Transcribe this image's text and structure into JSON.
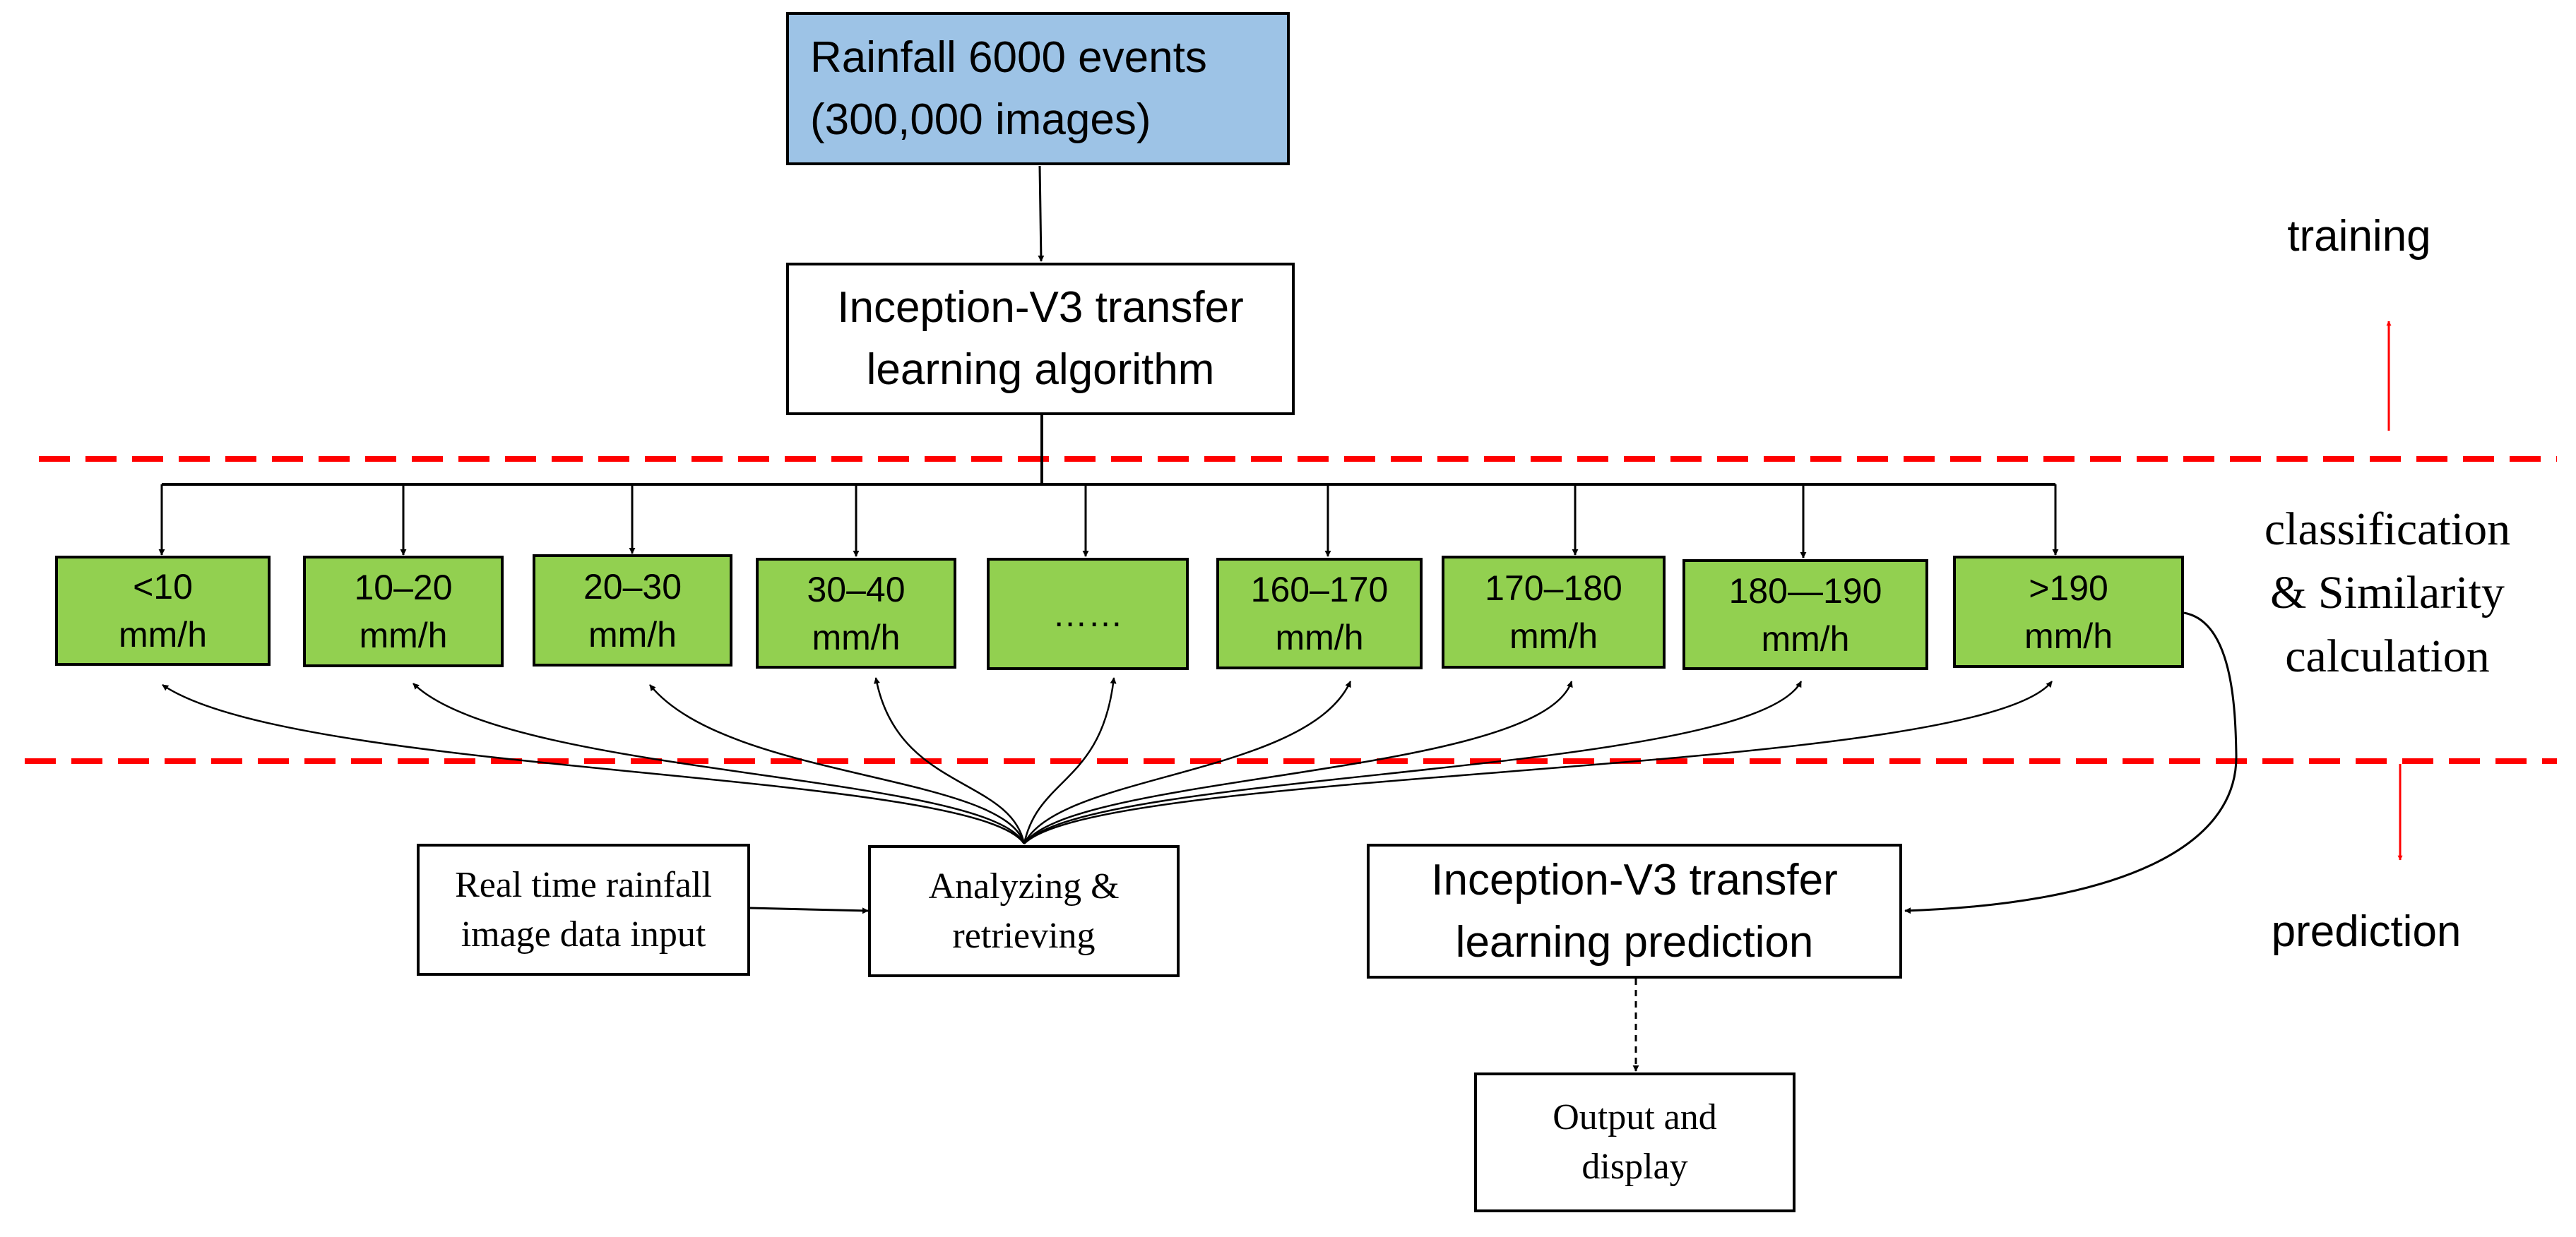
{
  "colors": {
    "source_fill": "#9dc3e6",
    "class_fill": "#92d050",
    "divider": "#ff0000",
    "stage_arrow": "#ff0000",
    "line": "#000000"
  },
  "nodes": {
    "source": "Rainfall 6000 events\n(300,000 images)",
    "algorithm": "Inception-V3 transfer\nlearning algorithm",
    "realtime": "Real time rainfall\nimage data input",
    "analyzing": "Analyzing &\nretrieving",
    "prediction": "Inception-V3 transfer\nlearning prediction",
    "output": "Output and\ndisplay"
  },
  "classes": [
    "<10\nmm/h",
    "10–20\nmm/h",
    "20–30\nmm/h",
    "30–40\nmm/h",
    "……",
    "160–170\nmm/h",
    "170–180\nmm/h",
    "180—190\nmm/h",
    ">190\nmm/h"
  ],
  "stages": {
    "training": "training",
    "classification": "classification\n& Similarity\ncalculation",
    "prediction": "prediction"
  }
}
